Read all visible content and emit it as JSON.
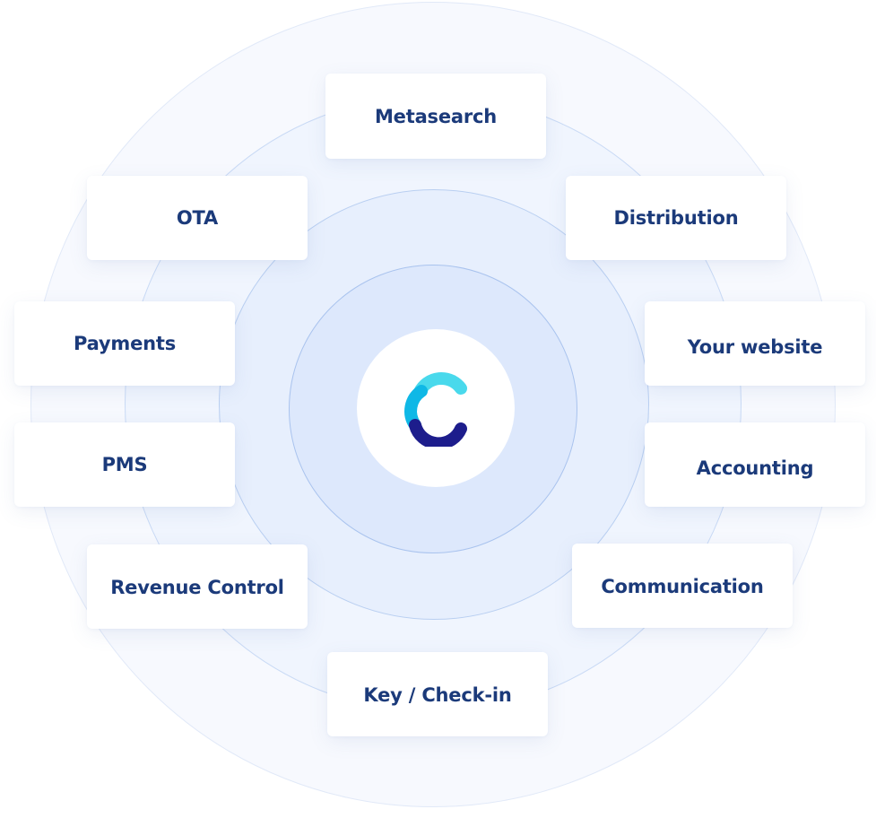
{
  "diagram": {
    "hub": {
      "logo_icon": "brand-c-logo-icon",
      "logo_colors": {
        "top_arc": "#49d9ec",
        "left_arc": "#0fb8e6",
        "bottom_arc": "#1d1d8c"
      }
    },
    "ring_colors": [
      "#f7f9fe",
      "#f0f5fe",
      "#e7effd",
      "#dde8fc"
    ],
    "label_color": "#1b3a7a",
    "nodes": [
      {
        "label": "Metasearch"
      },
      {
        "label": "OTA"
      },
      {
        "label": "Distribution"
      },
      {
        "label": "Payments"
      },
      {
        "label": "Your website"
      },
      {
        "label": "PMS"
      },
      {
        "label": "Accounting"
      },
      {
        "label": "Revenue Control"
      },
      {
        "label": "Communication"
      },
      {
        "label": "Key / Check-in"
      }
    ]
  }
}
